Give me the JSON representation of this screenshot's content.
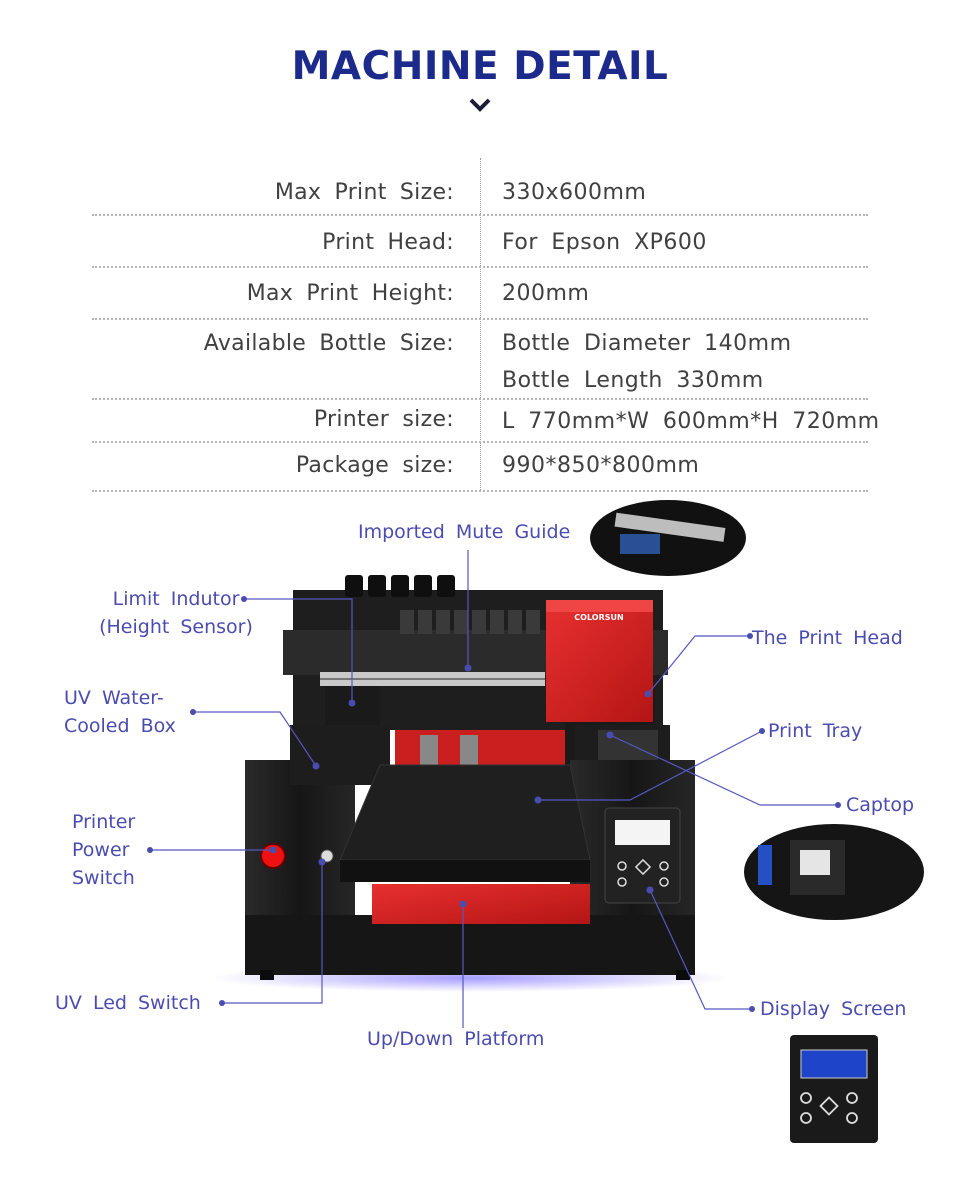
{
  "header": {
    "title": "MACHINE DETAIL"
  },
  "specs": [
    {
      "label": "Max Print Size:",
      "values": [
        "330x600mm"
      ]
    },
    {
      "label": "Print Head:",
      "values": [
        "For Epson XP600"
      ]
    },
    {
      "label": "Max Print Height:",
      "values": [
        "200mm"
      ]
    },
    {
      "label": "Available Bottle Size:",
      "values": [
        "Bottle Diameter 140mm",
        "Bottle Length 330mm"
      ]
    },
    {
      "label": "Printer size:",
      "values": [
        "L 770mm*W 600mm*H 720mm"
      ]
    },
    {
      "label": "Package size:",
      "values": [
        "990*850*800mm"
      ]
    }
  ],
  "printer": {
    "brand": "COLORSUN"
  },
  "callouts": {
    "mute_guide": "Imported Mute Guide",
    "limit_inductor": [
      "Limit Indutor",
      "(Height Sensor)"
    ],
    "print_head": "The Print Head",
    "uv_cooled_box": [
      "UV Water-",
      "Cooled Box"
    ],
    "print_tray": "Print Tray",
    "captop": "Captop",
    "power_switch": [
      "Printer",
      "Power",
      "Switch"
    ],
    "uv_led_switch": "UV Led Switch",
    "platform": "Up/Down Platform",
    "display_screen": "Display Screen"
  },
  "colors": {
    "title": "#1c2a8c",
    "callout": "#4a4cb0",
    "printer_red": "#d21d1d",
    "printer_body": "#1b1b1b"
  }
}
